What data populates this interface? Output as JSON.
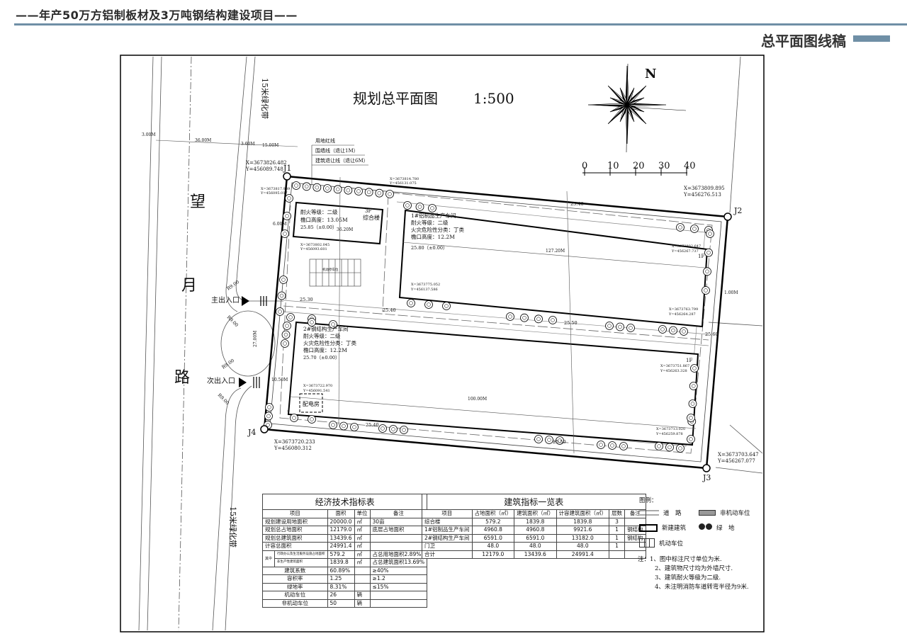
{
  "header": {
    "project_title": "——年产50万方铝制板材及3万吨钢结构建设项目——",
    "section_title": "总平面图线稿",
    "accent_color": "#6f8fa6"
  },
  "plan": {
    "title": "规划总平面图",
    "scale": "1:500",
    "north": "N",
    "scale_bar_ticks": [
      "0",
      "10",
      "20",
      "30",
      "40"
    ],
    "road_name": [
      "望",
      "月",
      "路"
    ],
    "green_belt": "15米绿化带",
    "main_entrance": "主出入口",
    "secondary_entrance": "次出入口",
    "turn_radius": "R9.00",
    "dimensions": [
      "3.00M",
      "36.00M",
      "3.00M",
      "15.00M",
      "127.20M",
      "100.00M",
      "36.20M",
      "1.00M",
      "6.00M",
      "27.00M",
      "10.50M"
    ],
    "leader_labels": [
      "用地红线",
      "围墙线（退让1M）",
      "建筑退让线（退让6M）"
    ],
    "points": [
      {
        "id": "J1",
        "x": "X=3673826.482",
        "y": "Y=456089.748"
      },
      {
        "id": "J2",
        "x": "X=3673809.895",
        "y": "Y=456276.513"
      },
      {
        "id": "J3",
        "x": "X=3673703.647",
        "y": "Y=456267.077"
      },
      {
        "id": "J4",
        "x": "X=3673720.233",
        "y": "Y=456080.312"
      }
    ],
    "corner_coords": [
      {
        "x": "X=3673817.989",
        "y": "Y=456095.017"
      },
      {
        "x": "X=3673814.780",
        "y": "Y=456131.075"
      },
      {
        "x": "X=3673802.045",
        "y": "Y=456093.601"
      },
      {
        "x": "X=3673802.647",
        "y": "Y=456267.737"
      },
      {
        "x": "X=3673775.052",
        "y": "Y=456137.586"
      },
      {
        "x": "X=3673763.799",
        "y": "Y=456264.287"
      },
      {
        "x": "X=3673751.867",
        "y": "Y=456263.328"
      },
      {
        "x": "X=3673722.970",
        "y": "Y=456091.541"
      },
      {
        "x": "X=3673713.020",
        "y": "Y=456259.878"
      }
    ],
    "buildings": [
      {
        "name": "综合楼",
        "floors": "3F",
        "lines": [
          "耐火等级：二级",
          "檐口高度：13.05M"
        ],
        "elevation": "25.85（±0.00）"
      },
      {
        "name": "1#铝制品生产车间",
        "floors": "1F",
        "lines": [
          "耐火等级：二级",
          "火灾危险性分类：丁类",
          "檐口高度：12.2M"
        ],
        "elevation": "25.80（±0.00）"
      },
      {
        "name": "2#钢结构生产车间",
        "floors": "1F",
        "lines": [
          "耐火等级：二级",
          "火灾危险性分类：丁类",
          "檐口高度：12.2M"
        ],
        "elevation": "25.70（±0.00）"
      }
    ],
    "substation": "配电房",
    "parking_label": "机动停车位",
    "elevations": [
      "25.30",
      "25.40",
      "25.40",
      "25.40",
      "25.50",
      "25.50",
      "25.60"
    ]
  },
  "econ_table": {
    "title": "经济技术指标表",
    "headers": [
      "项目",
      "面积",
      "单位",
      "备注"
    ],
    "subgroup_label": "其中",
    "rows": [
      [
        "规划建设用地面积",
        "20000.0",
        "㎡",
        "30亩"
      ],
      [
        "规划总占地面积",
        "12179.0",
        "㎡",
        "底层占地面积"
      ],
      [
        "规划总建筑面积",
        "13439.6",
        "㎡",
        ""
      ],
      [
        "计容总面积",
        "24991.4",
        "㎡",
        ""
      ],
      [
        "行政办公及生活服务设施占地面积",
        "579.2",
        "㎡",
        "占总用地面积2.89%"
      ],
      [
        "非生产性建筑面积",
        "1839.8",
        "㎡",
        "占总建筑面积13.69%"
      ],
      [
        "建筑系数",
        "60.89%",
        "",
        "≥40%"
      ],
      [
        "容积率",
        "1.25",
        "",
        "≥1.2"
      ],
      [
        "绿地率",
        "8.31%",
        "",
        "≤15%"
      ],
      [
        "机动车位",
        "26",
        "辆",
        ""
      ],
      [
        "非机动车位",
        "50",
        "辆",
        ""
      ]
    ]
  },
  "building_table": {
    "title": "建筑指标一览表",
    "headers": [
      "项目",
      "占地面积（㎡）",
      "建筑面积（㎡）",
      "计容建筑面积（㎡）",
      "层数",
      "备注"
    ],
    "rows": [
      [
        "综合楼",
        "579.2",
        "1839.8",
        "1839.8",
        "3",
        ""
      ],
      [
        "1#铝制品生产车间",
        "4960.8",
        "4960.8",
        "9921.6",
        "1",
        "钢结构"
      ],
      [
        "2#钢结构生产车间",
        "6591.0",
        "6591.0",
        "13182.0",
        "1",
        "钢结构"
      ],
      [
        "门卫",
        "48.0",
        "48.0",
        "48.0",
        "1",
        ""
      ],
      [
        "合计",
        "12179.0",
        "13439.6",
        "24991.4",
        "",
        ""
      ]
    ]
  },
  "legend": {
    "title": "图例：",
    "road": "道　路",
    "bike_parking": "非机动车位",
    "new_building": "新建建筑",
    "green": "绿　地",
    "car_parking": "机动车位"
  },
  "notes": [
    "注：1、图中标注尺寸单位为米.",
    "2、建筑物尺寸均为外墙尺寸.",
    "3、建筑耐火等级为二级.",
    "4、未注明消防车道转弯半径为9米."
  ]
}
